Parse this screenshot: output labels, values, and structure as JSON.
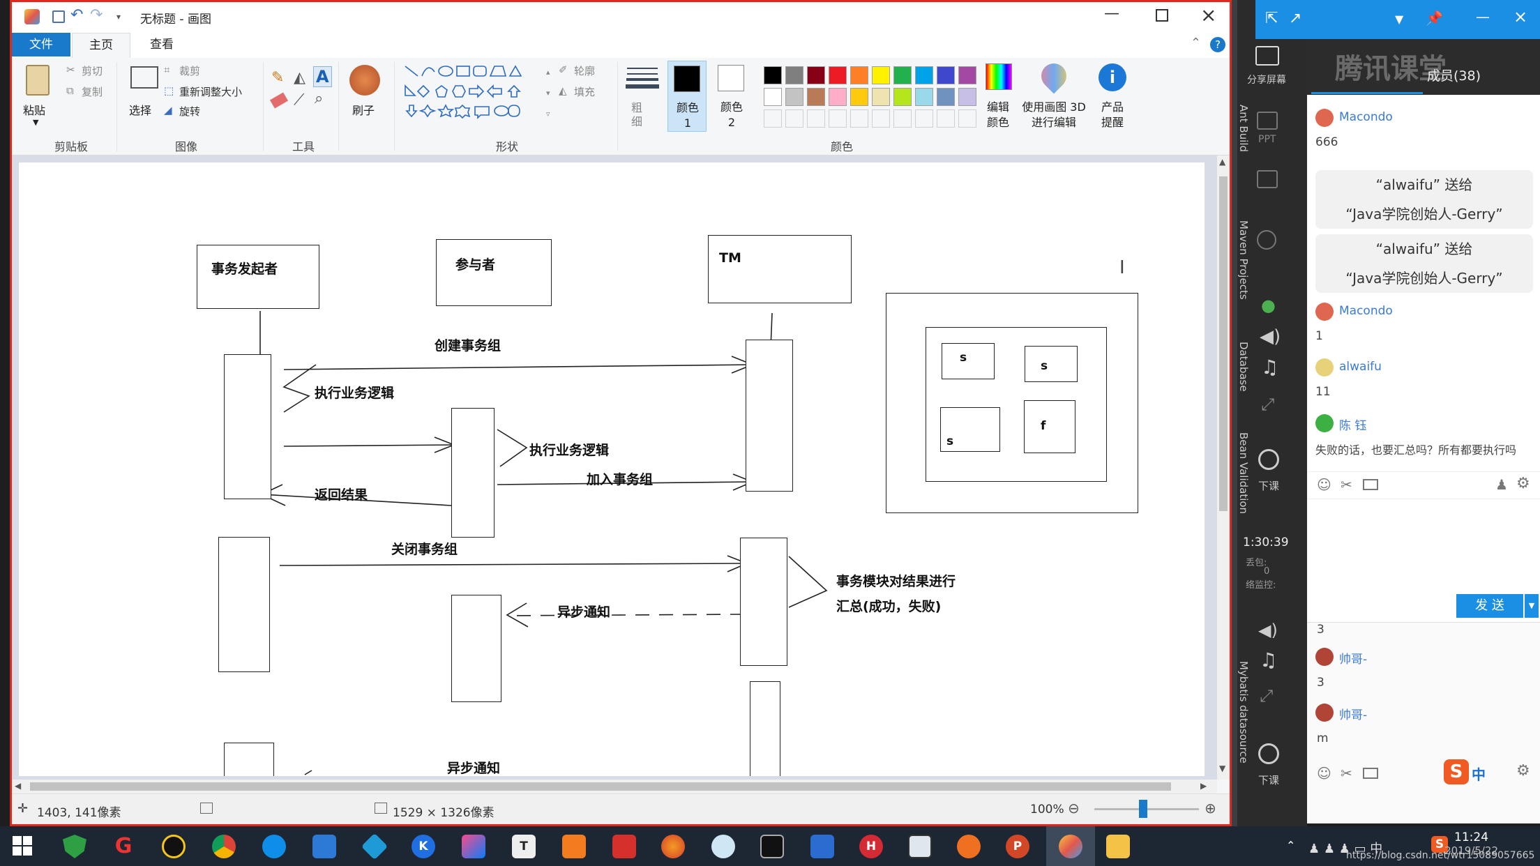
{
  "paint": {
    "title": "无标题 - 画图",
    "tabs": [
      "文件",
      "主页",
      "查看"
    ],
    "clipboard": {
      "paste": "粘贴",
      "cut": "剪切",
      "copy": "复制",
      "label": "剪贴板"
    },
    "image": {
      "select": "选择",
      "crop": "裁剪",
      "resize": "重新调整大小",
      "rotate": "旋转",
      "label": "图像"
    },
    "tools_label": "工具",
    "brush": "刷子",
    "shapes": {
      "outline": "轮廓",
      "fill": "填充",
      "label": "形状"
    },
    "size": "粗细",
    "color1": "颜色 1",
    "color2": "颜色 2",
    "colors_label": "颜色",
    "edit_colors": "编辑颜色",
    "paint3d": "使用画图 3D 进行编辑",
    "product_alert": "产品提醒",
    "palette": [
      "#000000",
      "#7f7f7f",
      "#880015",
      "#ed1c24",
      "#ff7f27",
      "#fff200",
      "#22b14c",
      "#00a2e8",
      "#3f48cc",
      "#a349a4",
      "#ffffff",
      "#c3c3c3",
      "#b97a57",
      "#ffaec9",
      "#ffc90e",
      "#efe4b0",
      "#b5e61d",
      "#99d9ea",
      "#7092be",
      "#c8bfe7"
    ],
    "status": {
      "position": "1403, 141像素",
      "dimensions": "1529 × 1326像素",
      "zoom": "100%"
    }
  },
  "diagram": {
    "initiator": "事务发起者",
    "participant": "参与者",
    "tm": "TM",
    "create_group": "创建事务组",
    "exec_logic_1": "执行业务逻辑",
    "exec_logic_2": "执行业务逻辑",
    "join_group": "加入事务组",
    "return_result": "返回结果",
    "close_group": "关闭事务组",
    "summarize_1": "事务模块对结果进行",
    "summarize_2": "汇总(成功，失败)",
    "async_notify_1": "异步通知",
    "async_notify_2": "异步通知",
    "cell_s1": "s",
    "cell_s2": "s",
    "cell_s3": "s",
    "cell_f": "f"
  },
  "ide": {
    "ant_build": "Ant Build",
    "maven": "Maven Projects",
    "database": "Database",
    "bean_validation": "Bean Validation",
    "mybatis": "Mybatis datasource"
  },
  "side": {
    "share": "分享屏幕",
    "ppt": "PPT",
    "time": "1:30:39",
    "stat1": "丢包:",
    "stat2": "0",
    "stat3": "络监控:",
    "down1": "下课",
    "down2": "下课"
  },
  "chat": {
    "brand": "腾讯课堂",
    "members": "成员(38)",
    "messages": [
      {
        "name": "Macondo",
        "text": "666"
      },
      {
        "name": "Macondo",
        "text": "1"
      },
      {
        "name": "alwaifu",
        "text": "11"
      },
      {
        "name": "陈 钰",
        "text": "失败的话，也要汇总吗？所有都要执行吗"
      }
    ],
    "gift_line1": "“alwaifu” 送给",
    "gift_line2": "“Java学院创始人-Gerry”",
    "send": "发 送",
    "lower_messages": [
      {
        "name": "",
        "text": "3"
      },
      {
        "name": "帅哥-",
        "text": "3"
      },
      {
        "name": "帅哥-",
        "text": "m"
      }
    ]
  },
  "taskbar": {
    "time": "11:24",
    "date": "2019/5/22",
    "watermark": "https://blog.csdn.net/wtr15089057665",
    "ime": "中"
  }
}
